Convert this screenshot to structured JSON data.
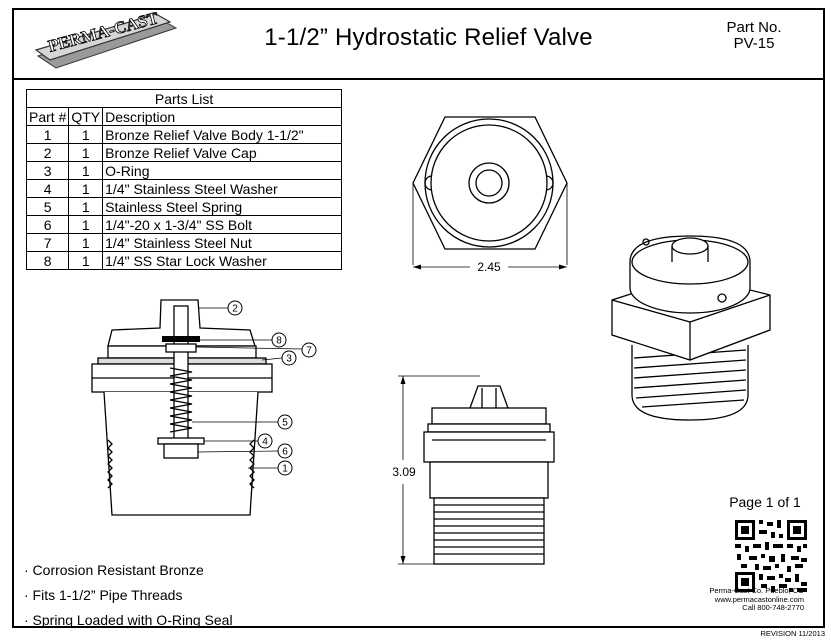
{
  "logo": {
    "text": "PERMA-CAST"
  },
  "header": {
    "title": "1-1/2” Hydrostatic Relief Valve",
    "part_no_label": "Part No.",
    "part_no": "PV-15"
  },
  "parts_list": {
    "caption": "Parts List",
    "headers": [
      "Part #",
      "QTY",
      "Description"
    ],
    "rows": [
      {
        "part": "1",
        "qty": "1",
        "desc": "Bronze Relief Valve Body 1-1/2\""
      },
      {
        "part": "2",
        "qty": "1",
        "desc": "Bronze Relief Valve Cap"
      },
      {
        "part": "3",
        "qty": "1",
        "desc": "O-Ring"
      },
      {
        "part": "4",
        "qty": "1",
        "desc": "1/4\" Stainless Steel Washer"
      },
      {
        "part": "5",
        "qty": "1",
        "desc": "Stainless Steel Spring"
      },
      {
        "part": "6",
        "qty": "1",
        "desc": "1/4\"-20 x 1-3/4\" SS Bolt"
      },
      {
        "part": "7",
        "qty": "1",
        "desc": "1/4\" Stainless Steel Nut"
      },
      {
        "part": "8",
        "qty": "1",
        "desc": "1/4\" SS Star Lock Washer"
      }
    ]
  },
  "callouts": [
    "1",
    "2",
    "3",
    "4",
    "5",
    "6",
    "7",
    "8"
  ],
  "dimensions": {
    "width": "2.45",
    "height": "3.09"
  },
  "features": [
    "· Corrosion Resistant Bronze",
    "· Fits 1-1/2” Pipe Threads",
    "· Spring Loaded with O-Ring Seal"
  ],
  "page": "Page 1 of 1",
  "company": {
    "name": "Perma-Cast Co. Pueblo, CO",
    "website": "www.permacastonline.com",
    "phone": "Call 800-748-2770"
  },
  "revision": "REVISION 11/2013"
}
